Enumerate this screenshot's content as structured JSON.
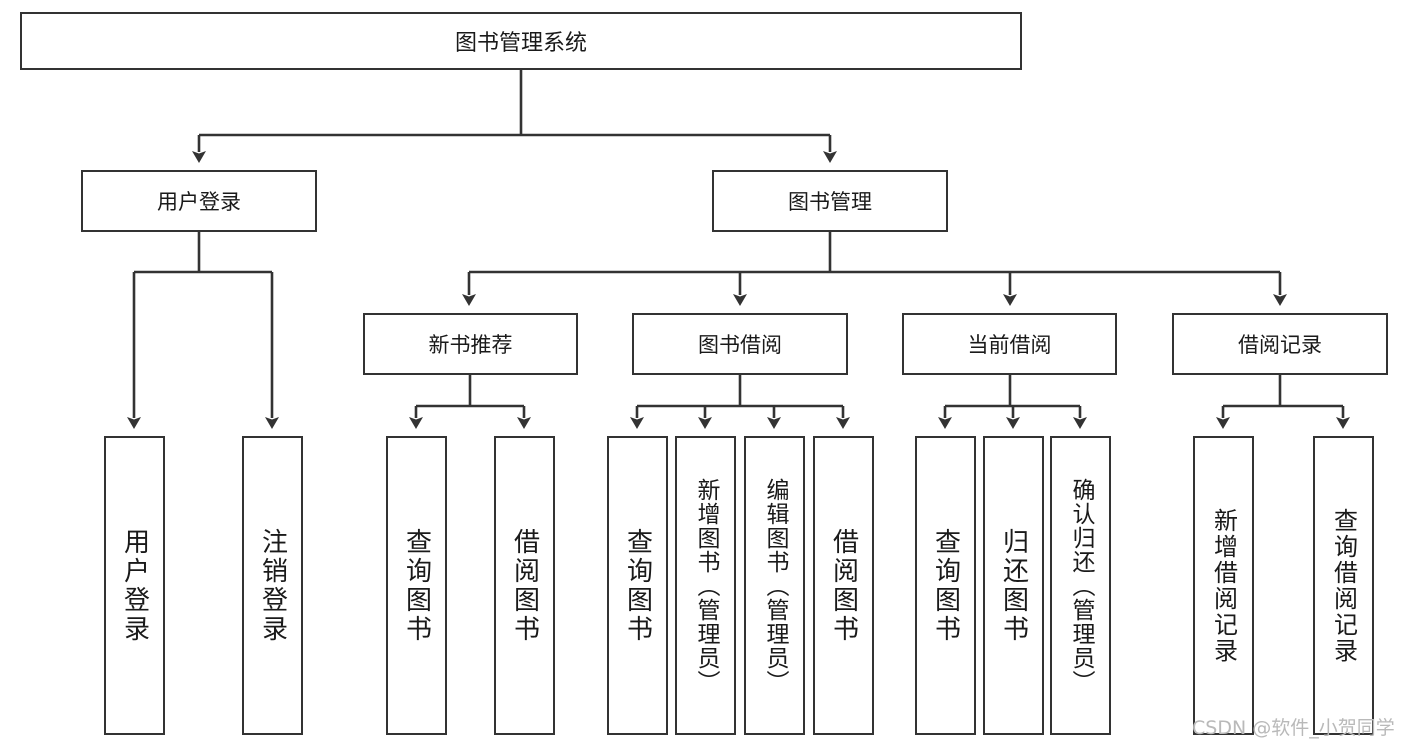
{
  "diagram": {
    "title": "图书管理系统",
    "type": "tree-hierarchy-chart",
    "root": {
      "label": "图书管理系统"
    },
    "level2": [
      {
        "label": "用户登录"
      },
      {
        "label": "图书管理"
      }
    ],
    "level3": [
      {
        "label": "新书推荐"
      },
      {
        "label": "图书借阅"
      },
      {
        "label": "当前借阅"
      },
      {
        "label": "借阅记录"
      }
    ],
    "leaves": {
      "user_login": [
        {
          "label": "用户登录"
        },
        {
          "label": "注销登录"
        }
      ],
      "new_book_recommend": [
        {
          "label": "查询图书"
        },
        {
          "label": "借阅图书"
        }
      ],
      "book_borrow": [
        {
          "label": "查询图书"
        },
        {
          "label": "新增图书（管理员）"
        },
        {
          "label": "编辑图书（管理员）"
        },
        {
          "label": "借阅图书"
        }
      ],
      "current_borrow": [
        {
          "label": "查询图书"
        },
        {
          "label": "归还图书"
        },
        {
          "label": "确认归还（管理员）"
        }
      ],
      "borrow_record": [
        {
          "label": "新增借阅记录"
        },
        {
          "label": "查询借阅记录"
        }
      ]
    }
  },
  "watermark": {
    "text": "CSDN @软件_小贺同学"
  },
  "colors": {
    "border": "#333333",
    "text": "#1a1a1a",
    "background": "#ffffff",
    "watermark": "#b9b9b9"
  }
}
